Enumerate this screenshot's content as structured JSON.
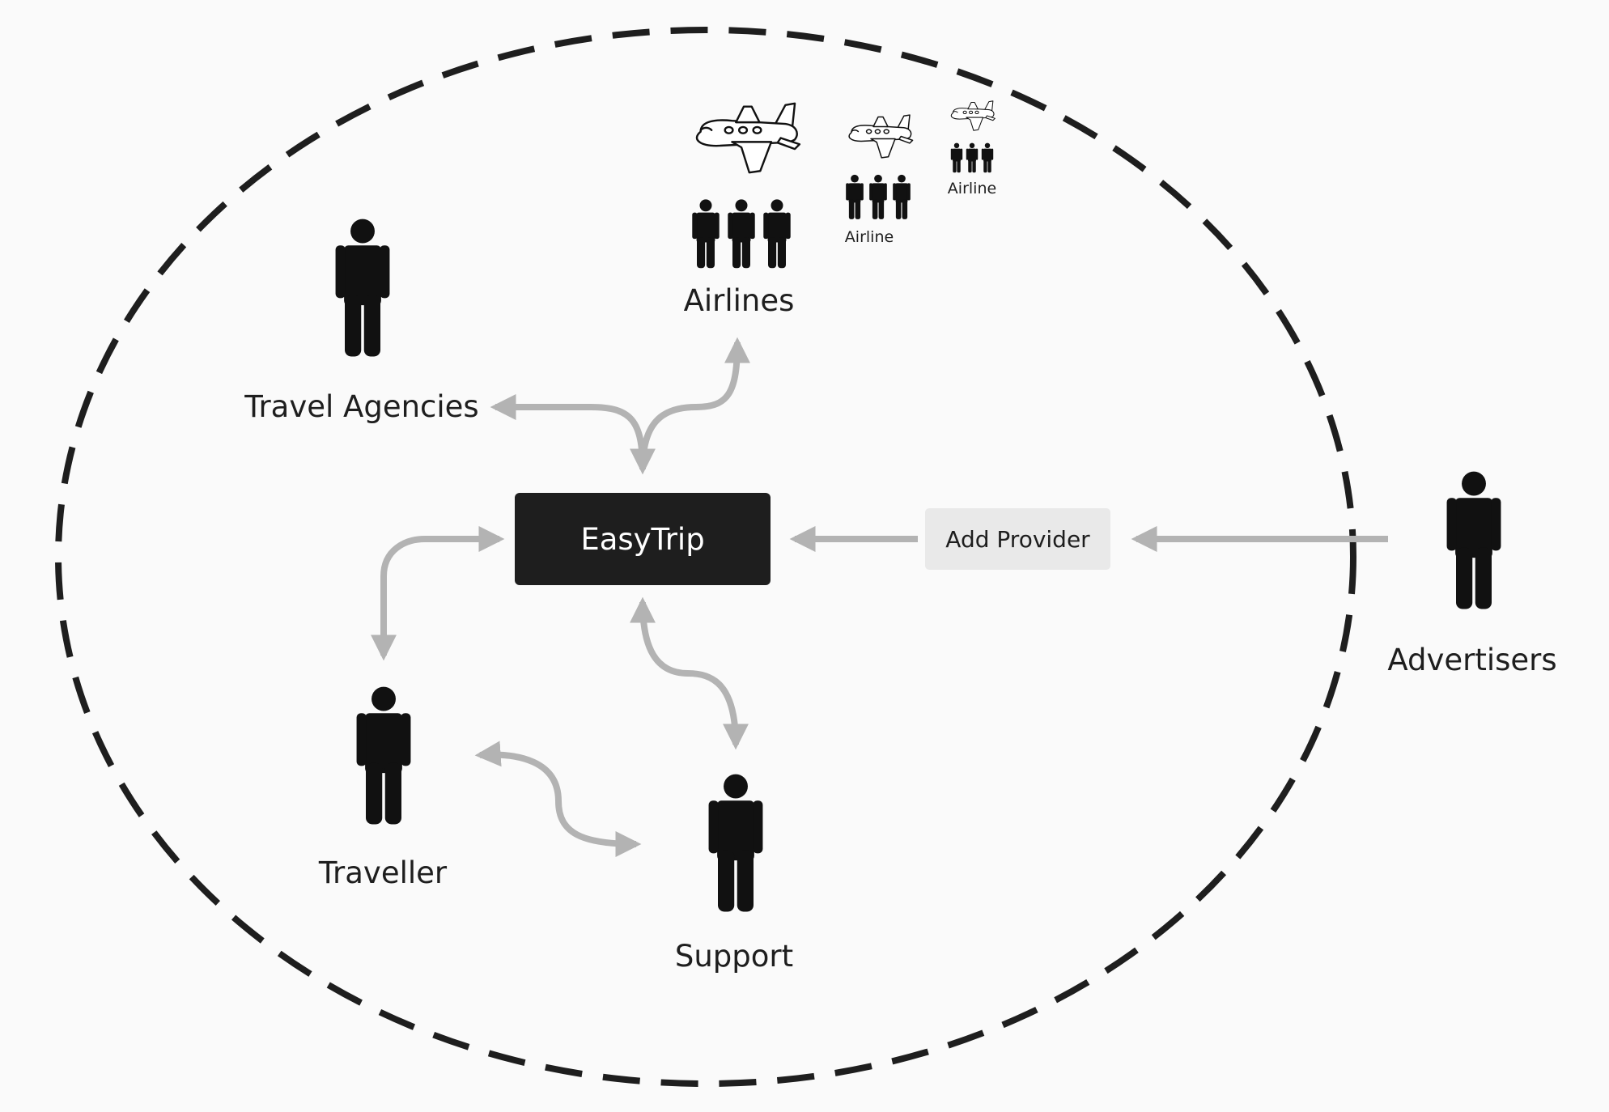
{
  "diagram": {
    "center": {
      "label": "EasyTrip"
    },
    "provider_step": {
      "label": "Add Provider"
    },
    "actors": {
      "travel_agencies": "Travel Agencies",
      "airlines": "Airlines",
      "airline_small_1": "Airline",
      "airline_small_2": "Airline",
      "traveller": "Traveller",
      "support": "Support",
      "advertisers": "Advertisers"
    },
    "connections": [
      {
        "from": "EasyTrip",
        "to": "Travel Agencies",
        "style": "bidirectional"
      },
      {
        "from": "EasyTrip",
        "to": "Airlines",
        "style": "bidirectional"
      },
      {
        "from": "EasyTrip",
        "to": "Traveller",
        "style": "bidirectional"
      },
      {
        "from": "EasyTrip",
        "to": "Support",
        "style": "bidirectional"
      },
      {
        "from": "Traveller",
        "to": "Support",
        "style": "bidirectional"
      },
      {
        "from": "Advertisers",
        "to": "Add Provider",
        "style": "directed"
      },
      {
        "from": "Add Provider",
        "to": "EasyTrip",
        "style": "directed"
      }
    ],
    "colors": {
      "arrow": "#b3b3b3",
      "ink": "#111111",
      "center_fill": "#1e1e1e",
      "provider_fill": "#e9e9e9",
      "boundary": "#1e1e1e"
    }
  }
}
